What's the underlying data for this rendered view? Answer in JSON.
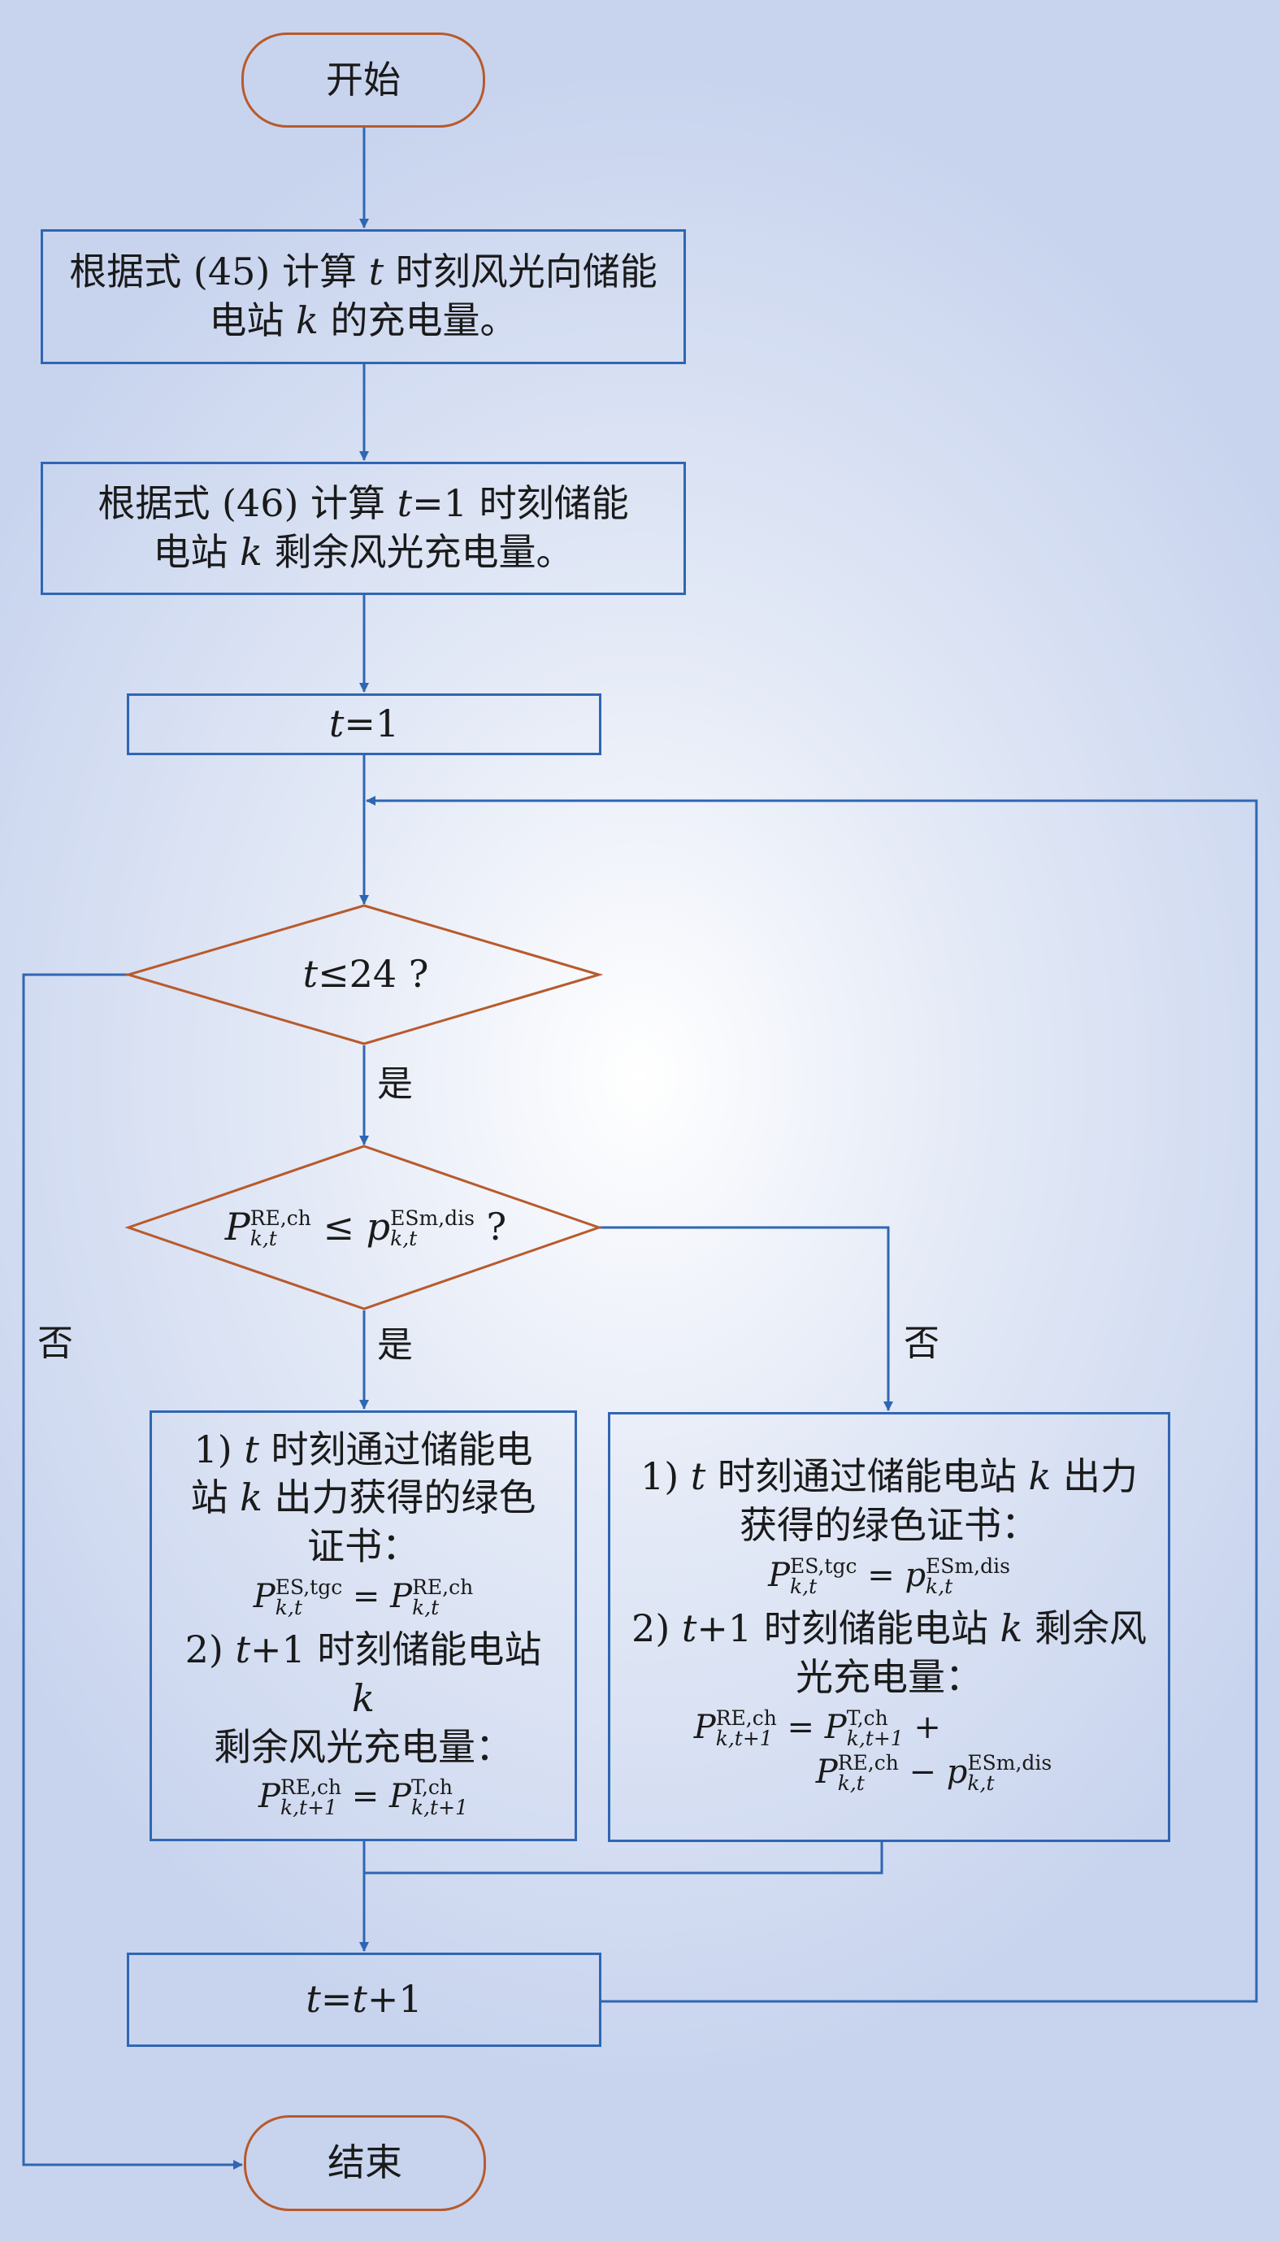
{
  "nodes": {
    "start": "开始",
    "step1": "根据式 (45) 计算 t 时刻风光向储能电站 k 的充电量。",
    "step2": "根据式 (46) 计算 t=1 时刻储能电站 k 剩余风光充电量。",
    "init_t": "t=1",
    "cond1": "t≤24 ?",
    "cond2": "P_{k,t}^{RE,ch} ≤ p_{k,t}^{ESm,dis} ?",
    "left_box": {
      "line1": "1) t 时刻通过储能电站 k 出力获得的绿色证书：",
      "eq1": "P_{k,t}^{ES,tgc} = P_{k,t}^{RE,ch}",
      "line2": "2) t+1 时刻储能电站 k 剩余风光充电量：",
      "eq2": "P_{k,t+1}^{RE,ch} = P_{k,t+1}^{T,ch}"
    },
    "right_box": {
      "line1": "1) t 时刻通过储能电站 k 出力获得的绿色证书：",
      "eq1": "P_{k,t}^{ES,tgc} = p_{k,t}^{ESm,dis}",
      "line2": "2) t+1 时刻储能电站 k 剩余风光充电量：",
      "eq2": "P_{k,t+1}^{RE,ch} = P_{k,t+1}^{T,ch} + P_{k,t}^{RE,ch} − p_{k,t}^{ESm,dis}"
    },
    "increment": "t=t+1",
    "end": "结束"
  },
  "edge_labels": {
    "yes1": "是",
    "yes2": "是",
    "no_cond1": "否",
    "no_cond2": "否"
  },
  "colors": {
    "box_border": "#2f66b3",
    "terminal_border": "#b85a2c",
    "arrow": "#2f66b3"
  }
}
